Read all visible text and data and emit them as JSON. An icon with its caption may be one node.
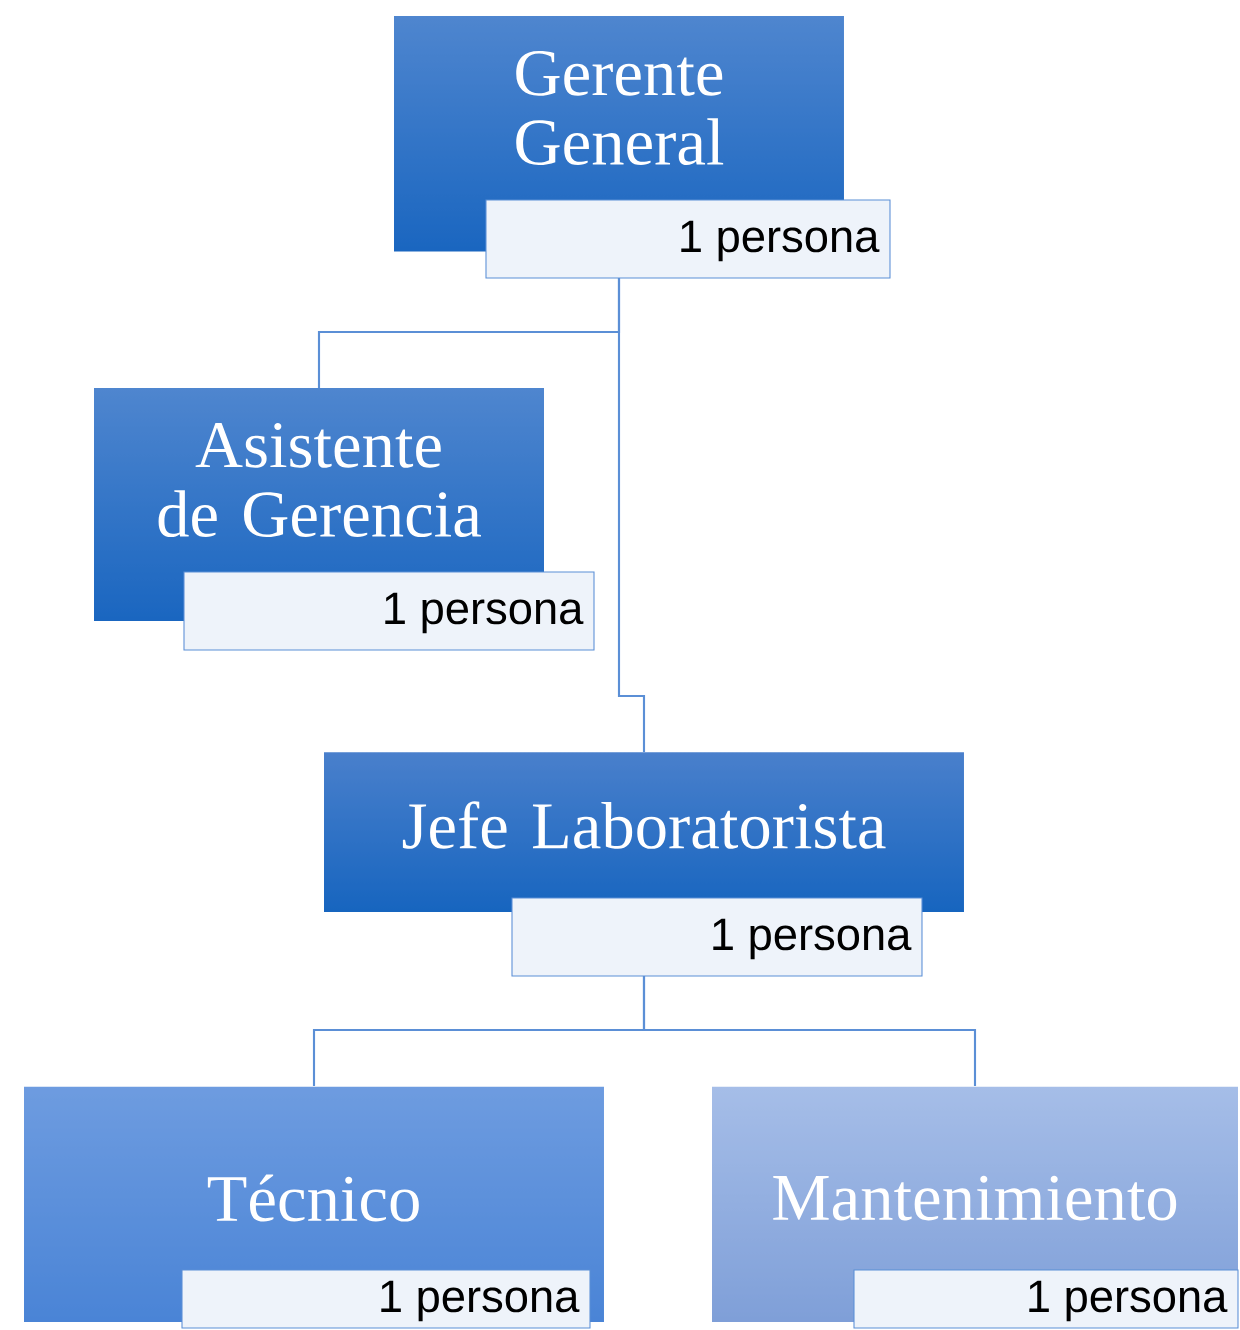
{
  "diagram": {
    "nodes": [
      {
        "text": [
          "Gerente General",
          "1 persona"
        ]
      },
      {
        "text": [
          "Asistente de Gerencia",
          "1 persona"
        ]
      },
      {
        "text": [
          "Jefe Laboratorista",
          "1 persona"
        ]
      },
      {
        "text": [
          "Técnico",
          "1 persona"
        ]
      },
      {
        "text": [
          "Mantenimiento",
          "1 persona"
        ]
      }
    ],
    "edges": [
      {
        "from": 0,
        "to": 1,
        "arrow": "none"
      },
      {
        "from": 0,
        "to": 2,
        "arrow": "none"
      },
      {
        "from": 2,
        "to": 3,
        "arrow": "none"
      },
      {
        "from": 2,
        "to": 4,
        "arrow": "none"
      }
    ]
  }
}
